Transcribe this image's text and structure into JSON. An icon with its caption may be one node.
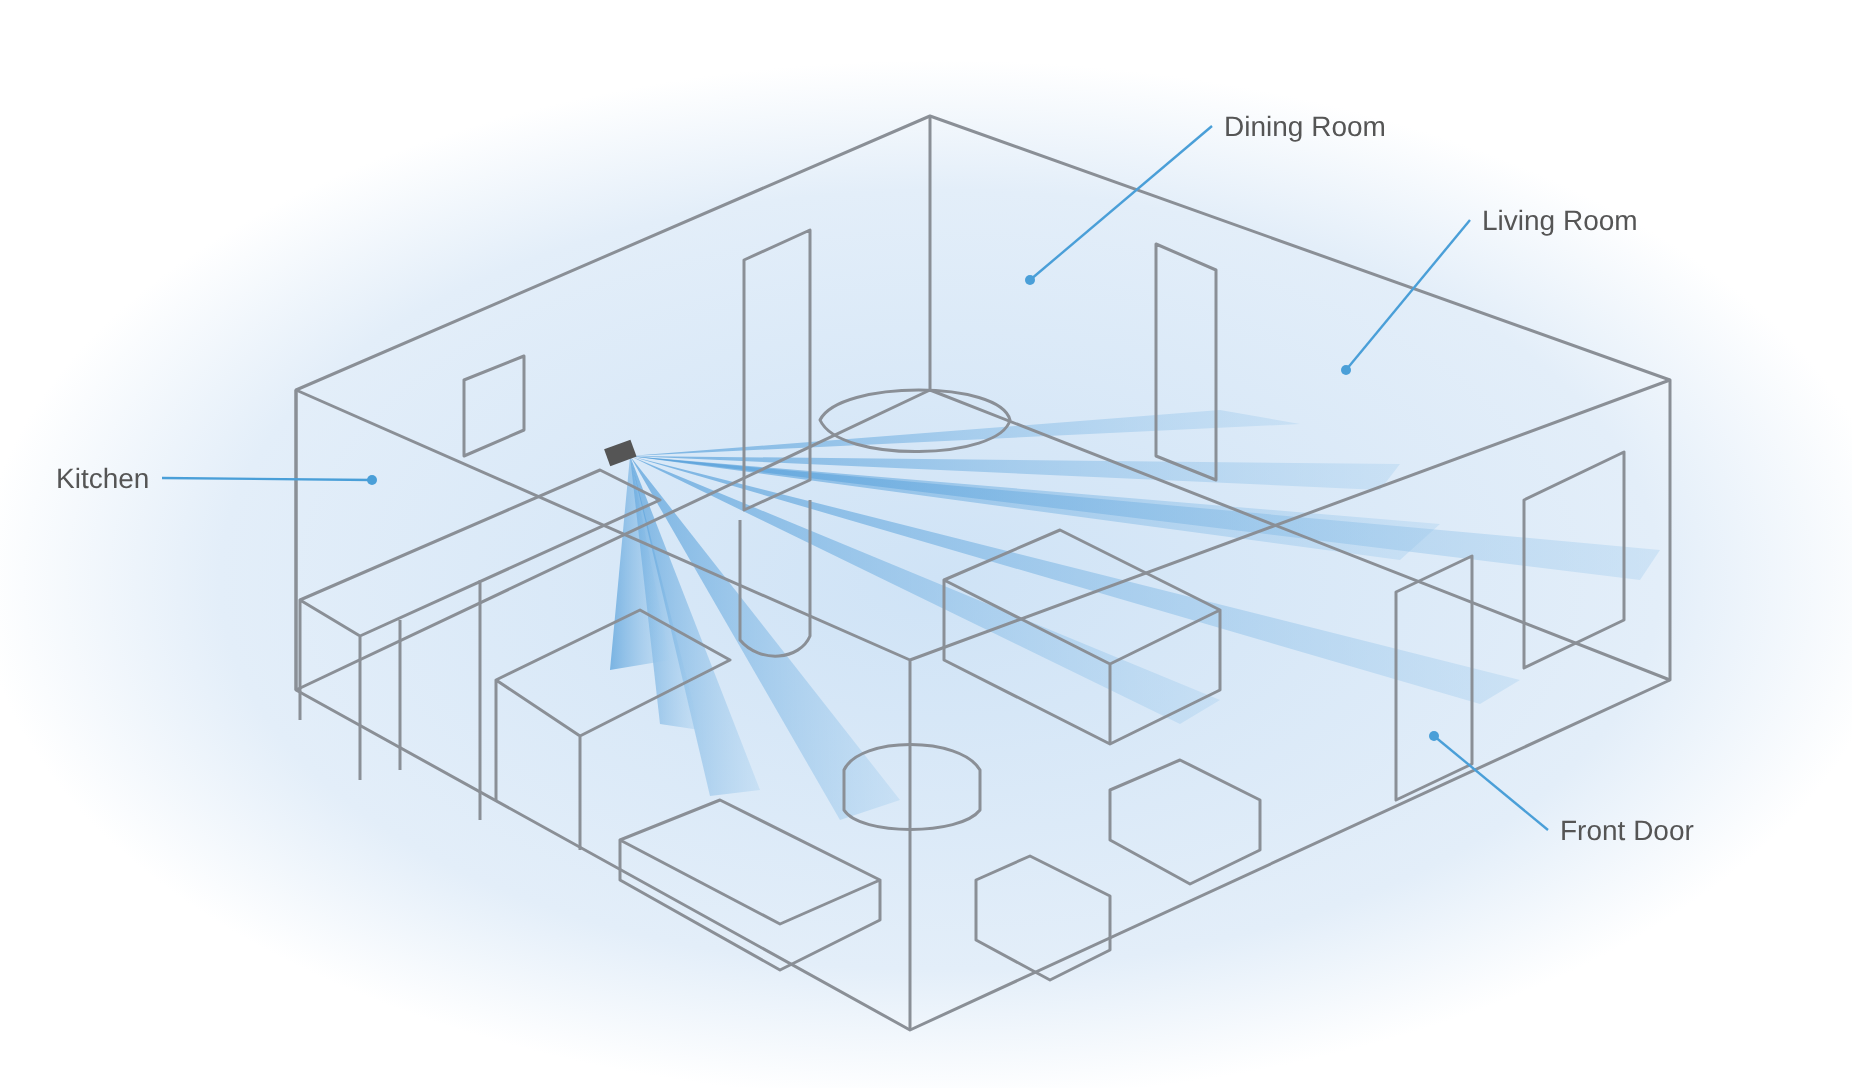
{
  "diagram": {
    "nodes": [
      {
        "text": [
          "Dining Room"
        ]
      },
      {
        "text": [
          "Living Room"
        ]
      },
      {
        "text": [
          "Kitchen"
        ]
      },
      {
        "text": [
          "Front Door"
        ]
      }
    ],
    "edges": [
      {
        "from": 0,
        "to": null,
        "arrow": "other"
      },
      {
        "from": 1,
        "to": null,
        "arrow": "other"
      },
      {
        "from": 2,
        "to": null,
        "arrow": "other"
      },
      {
        "from": 3,
        "to": null,
        "arrow": "other"
      }
    ]
  }
}
